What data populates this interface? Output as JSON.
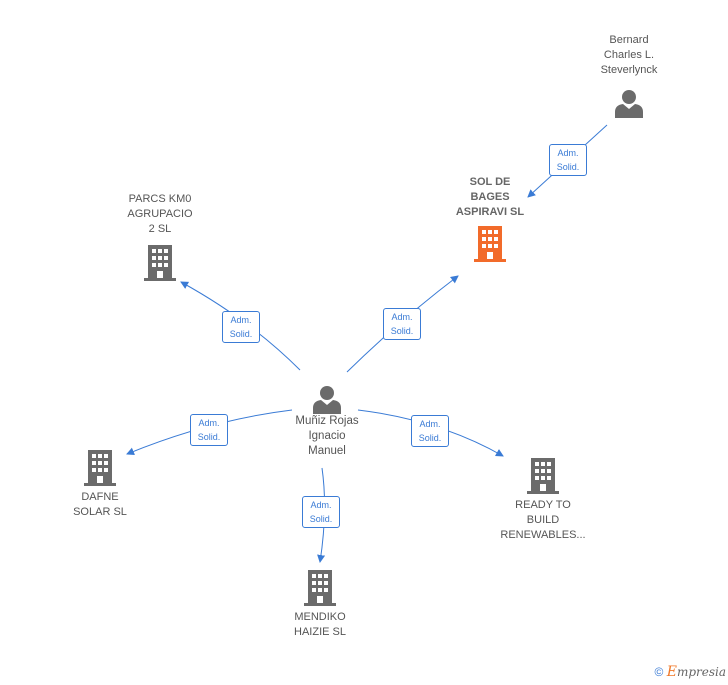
{
  "nodes": {
    "center": {
      "label": "Muñiz Rojas\nIgnacio\nManuel"
    },
    "bernard": {
      "label": "Bernard\nCharles L.\nSteverlynck"
    },
    "sol": {
      "label": "SOL DE\nBAGES\nASPIRAVI  SL"
    },
    "parcs": {
      "label": "PARCS KM0\nAGRUPACIO\n2  SL"
    },
    "dafne": {
      "label": "DAFNE\nSOLAR  SL"
    },
    "ready": {
      "label": "READY TO\nBUILD\nRENEWABLES..."
    },
    "mendiko": {
      "label": "MENDIKO\nHAIZIE  SL"
    }
  },
  "edge_label": "Adm.\nSolid.",
  "colors": {
    "edge": "#3a7bd5",
    "company": "#6b6b6b",
    "highlight": "#f26b2a",
    "person": "#6b6b6b"
  },
  "footer": {
    "copyright": "©",
    "brand_initial": "E",
    "brand_rest": "mpresia"
  }
}
